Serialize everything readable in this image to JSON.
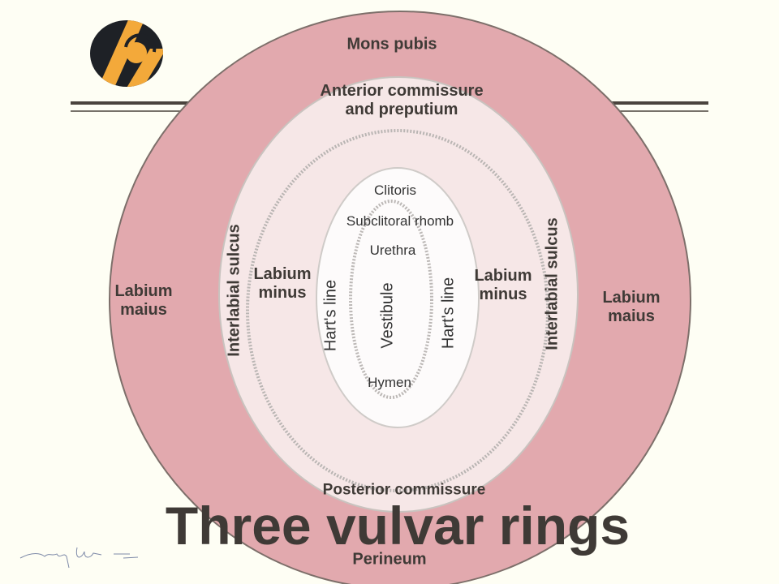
{
  "title": "Three vulvar rings",
  "labels": {
    "mons_pubis": "Mons pubis",
    "anterior_commissure": "Anterior commissure and preputium",
    "anterior_commissure_line1": "Anterior commissure",
    "anterior_commissure_line2": "and preputium",
    "clitoris": "Clitoris",
    "subclitoral_rhomb": "Subclitoral rhomb",
    "urethra": "Urethra",
    "vestibule": "Vestibule",
    "harts_line": "Hart's line",
    "hymen": "Hymen",
    "labium_minus": "Labium minus",
    "labium_minus_line1": "Labium",
    "labium_minus_line2": "minus",
    "labium_maius_line1": "Labium",
    "labium_maius_line2": "maius",
    "interlabial_sulcus": "Interlabial sulcus",
    "posterior_commissure": "Posterior commissure",
    "perineum": "Perineum"
  },
  "colors": {
    "outer_ring": "#e2a9ae",
    "middle_ring": "#f6e7e7",
    "inner_ring": "#fdfbfb",
    "text": "#3f3a36",
    "logo_dark": "#1e2126",
    "logo_orange": "#f3a93a"
  }
}
